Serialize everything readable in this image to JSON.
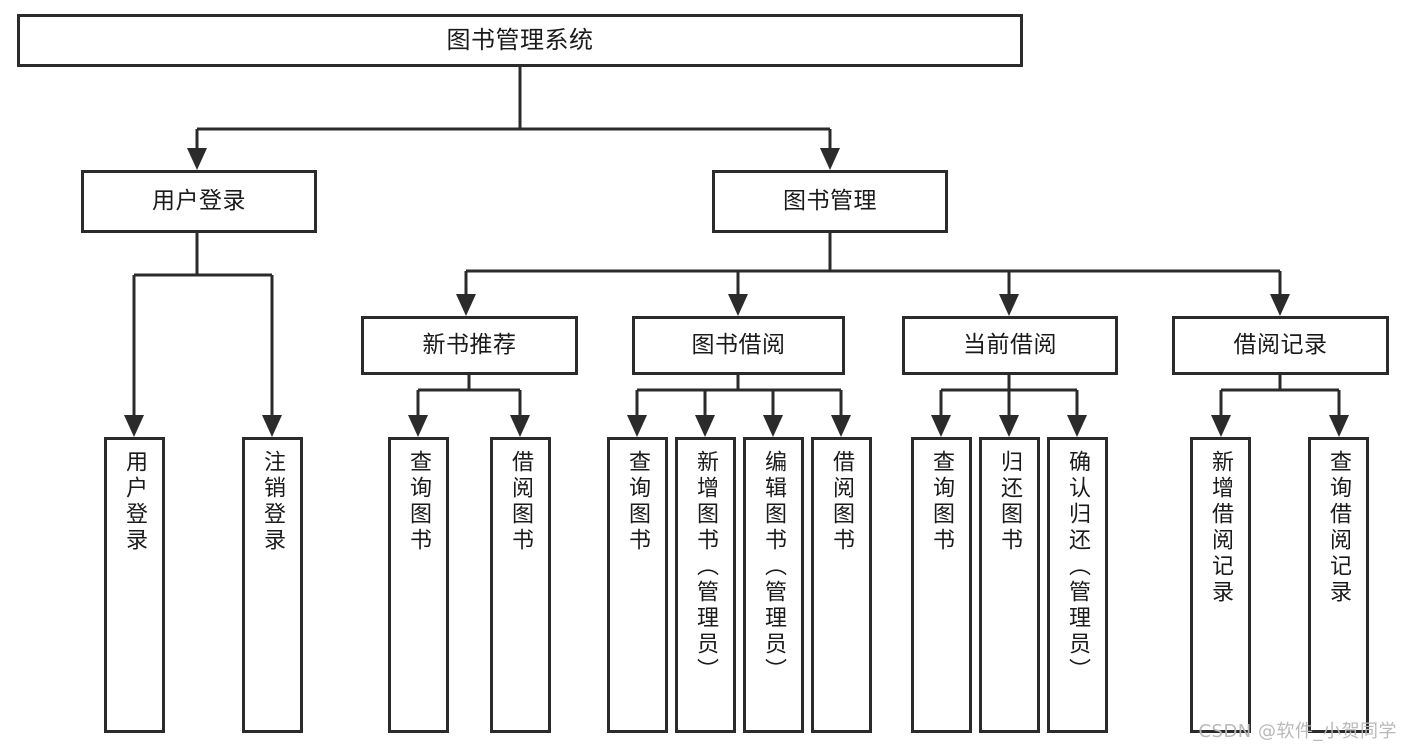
{
  "diagram": {
    "title": "图书管理系统",
    "type": "functional-structure-tree",
    "colors": {
      "stroke": "#2b2b2b",
      "box_fill": "#ffffff",
      "text": "#1a1a1a",
      "watermark": "#b9b9b9",
      "background": "#ffffff"
    },
    "levels": {
      "root": {
        "label": "图书管理系统"
      },
      "level2": [
        {
          "label": "用户登录"
        },
        {
          "label": "图书管理"
        }
      ],
      "level3": [
        {
          "label": "新书推荐"
        },
        {
          "label": "图书借阅"
        },
        {
          "label": "当前借阅"
        },
        {
          "label": "借阅记录"
        }
      ],
      "leaves": [
        {
          "label": "用户登录",
          "parent": "用户登录"
        },
        {
          "label": "注销登录",
          "parent": "用户登录"
        },
        {
          "label": "查询图书",
          "parent": "新书推荐"
        },
        {
          "label": "借阅图书",
          "parent": "新书推荐"
        },
        {
          "label": "查询图书",
          "parent": "图书借阅"
        },
        {
          "label": "新增图书（管理员）",
          "parent": "图书借阅"
        },
        {
          "label": "编辑图书（管理员）",
          "parent": "图书借阅"
        },
        {
          "label": "借阅图书",
          "parent": "图书借阅"
        },
        {
          "label": "查询图书",
          "parent": "当前借阅"
        },
        {
          "label": "归还图书",
          "parent": "当前借阅"
        },
        {
          "label": "确认归还（管理员）",
          "parent": "当前借阅"
        },
        {
          "label": "新增借阅记录",
          "parent": "借阅记录"
        },
        {
          "label": "查询借阅记录",
          "parent": "借阅记录"
        }
      ]
    }
  },
  "watermark": {
    "text": "CSDN @软件_小贺同学"
  }
}
